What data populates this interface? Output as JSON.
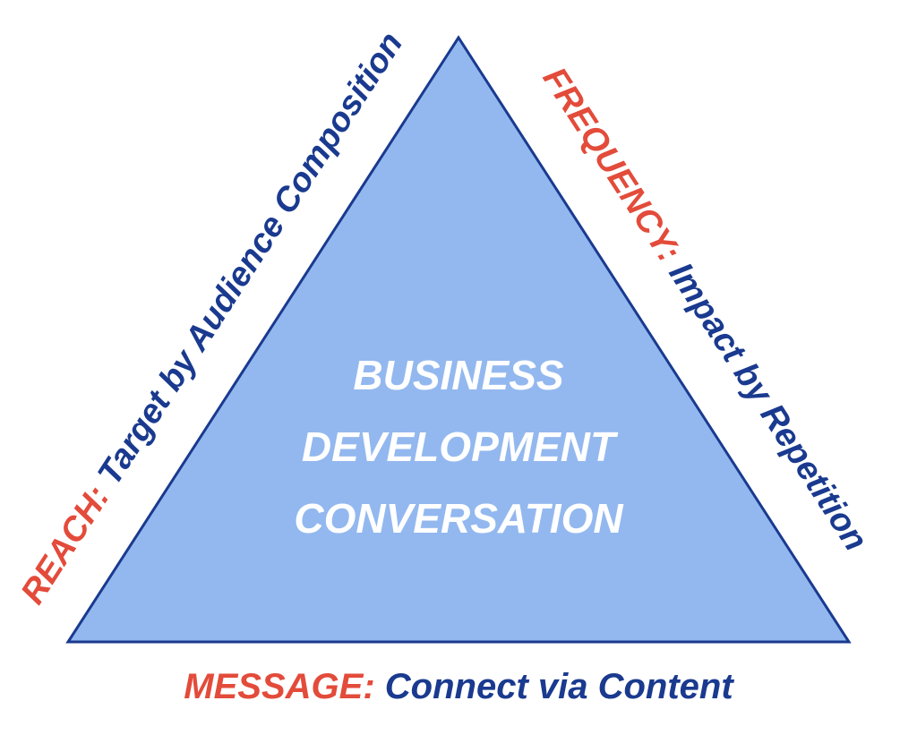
{
  "colors": {
    "triangle_fill": "#93b8ef",
    "triangle_stroke": "#1a3a8f",
    "keyword": "#e34b3a",
    "description": "#1a3a8f",
    "center_text": "#ffffff"
  },
  "center": {
    "lines": [
      "BUSINESS",
      "DEVELOPMENT",
      "CONVERSATION"
    ]
  },
  "left_side": {
    "keyword": "REACH:",
    "text": " Target by Audience Composition"
  },
  "right_side": {
    "keyword": "FREQUENCY:",
    "text": " Impact by Repetition"
  },
  "bottom_side": {
    "keyword": "MESSAGE:",
    "text": " Connect via Content"
  }
}
